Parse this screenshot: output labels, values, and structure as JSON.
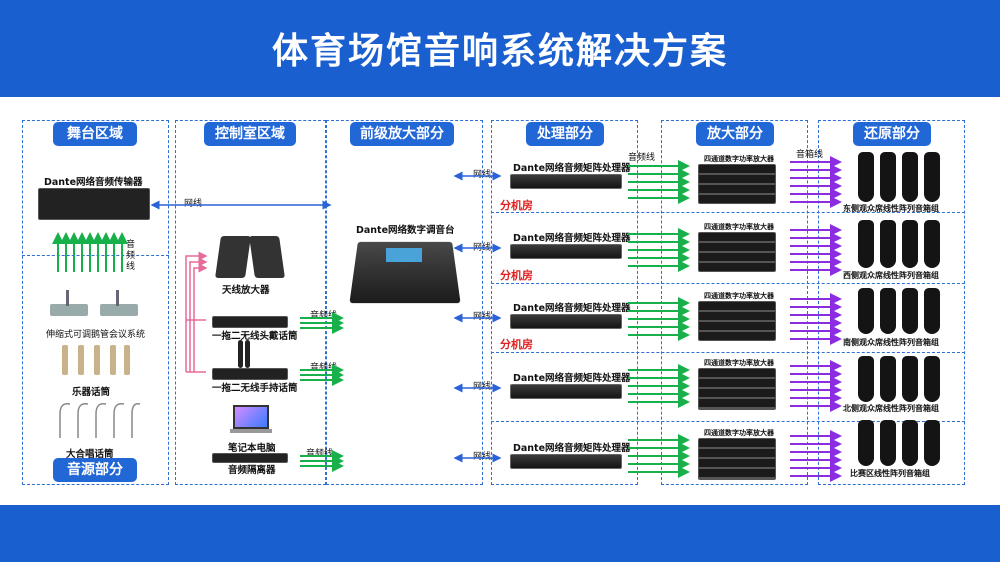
{
  "header": {
    "title": "体育场馆音响系统解决方案"
  },
  "sections": {
    "stage": "舞台区域",
    "source": "音源部分",
    "control": "控制室区域",
    "preamp": "前级放大部分",
    "processing": "处理部分",
    "amplification": "放大部分",
    "reproduction": "还原部分"
  },
  "devices": {
    "dante_transmitter": "Dante网络音频传输器",
    "gooseneck_mic": "伸缩式可调鹅管会议系统",
    "instrument_mic": "乐器话筒",
    "choir_mic": "大合唱话筒",
    "antenna_amp": "天线放大器",
    "wireless_headset": "一拖二无线头戴话筒",
    "wireless_handheld": "一拖二无线手持话筒",
    "laptop": "笔记本电脑",
    "audio_isolator": "音频隔离器",
    "mixer": "Dante网络数字调音台",
    "processor": "Dante网络音频矩阵处理器",
    "amplifier": "四通道数字功率放大器"
  },
  "cables": {
    "network": "网线",
    "audio": "音频线",
    "speaker": "音箱线",
    "audio_vertical": "音频线"
  },
  "sub_room": "分机房",
  "speaker_groups": [
    "东侧观众席线性阵列音箱组",
    "西侧观众席线性阵列音箱组",
    "南侧观众席线性阵列音箱组",
    "北侧观众席线性阵列音箱组",
    "比赛区线性阵列音箱组"
  ],
  "colors": {
    "band": "#1a5fd0",
    "zone_border": "#2d6fd6",
    "network": "#2a63d8",
    "audio": "#18b04a",
    "speaker": "#8b2ce0",
    "headset_link": "#e66a9a",
    "accent_red": "#e02020"
  }
}
